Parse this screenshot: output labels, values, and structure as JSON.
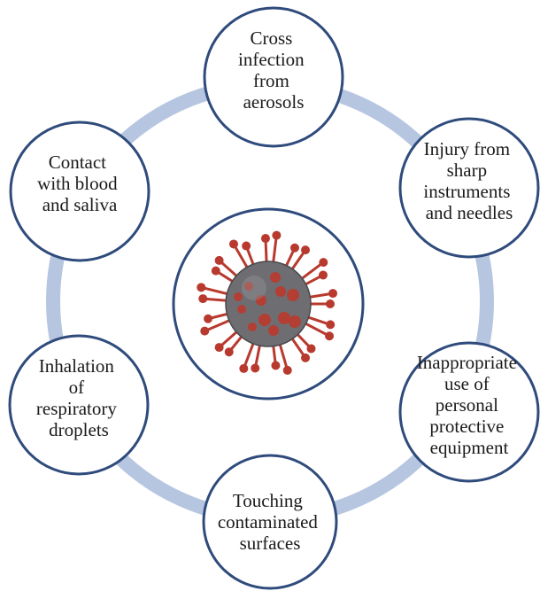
{
  "diagram": {
    "colors": {
      "ring": "#b7c6e0",
      "circle_stroke": "#2f4b7c",
      "circle_fill": "#ffffff",
      "text": "#1a1a1a",
      "virus_spike": "#b83a2e",
      "virus_body": "#6e6e72"
    },
    "center_icon": "coronavirus-icon",
    "nodes": [
      {
        "id": "aerosols",
        "lines": [
          "Cross",
          "infection",
          "from",
          "aerosols"
        ]
      },
      {
        "id": "sharp",
        "lines": [
          "Injury from",
          "sharp",
          "instruments",
          "and needles"
        ]
      },
      {
        "id": "ppe",
        "lines": [
          "Inappropriate",
          "use of",
          "personal",
          "protective",
          "equipment"
        ]
      },
      {
        "id": "surfaces",
        "lines": [
          "Touching",
          "contaminated",
          "surfaces"
        ]
      },
      {
        "id": "inhalation",
        "lines": [
          "Inhalation",
          "of",
          "respiratory",
          "droplets"
        ]
      },
      {
        "id": "contact",
        "lines": [
          "Contact",
          "with blood",
          "and saliva"
        ]
      }
    ]
  }
}
